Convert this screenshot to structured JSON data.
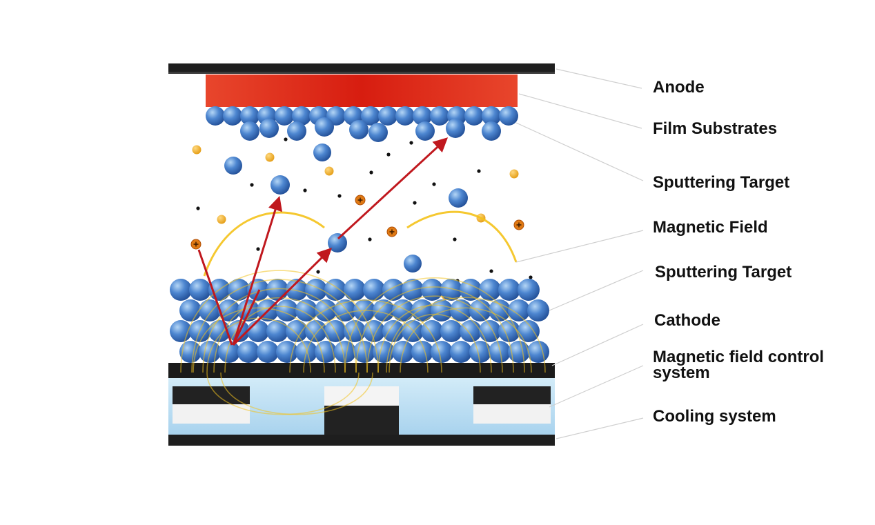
{
  "labels": {
    "anode": "Anode",
    "film_substrates": "Film Substrates",
    "sputtering_target_top": "Sputtering Target",
    "magnetic_field": "Magnetic Field",
    "sputtering_target_bottom": "Sputtering Target",
    "cathode": "Cathode",
    "magnetic_control_line1": "Magnetic field control",
    "magnetic_control_line2": "system",
    "cooling_system": "Cooling system"
  },
  "colors": {
    "anode_plate": "#1e1e1e",
    "substrate_red": "#e0301e",
    "atom_blue": "#3f78c6",
    "atom_highlight": "#a9cdf2",
    "ion_orange": "#e8a616",
    "ion_plus": "#d45b0c",
    "electron": "#111111",
    "field_yellow": "#f2c21f",
    "trajectory_red": "#c0181e",
    "cooling_blue": "#bfe0f4",
    "leader_gray": "#c8c8c8"
  }
}
